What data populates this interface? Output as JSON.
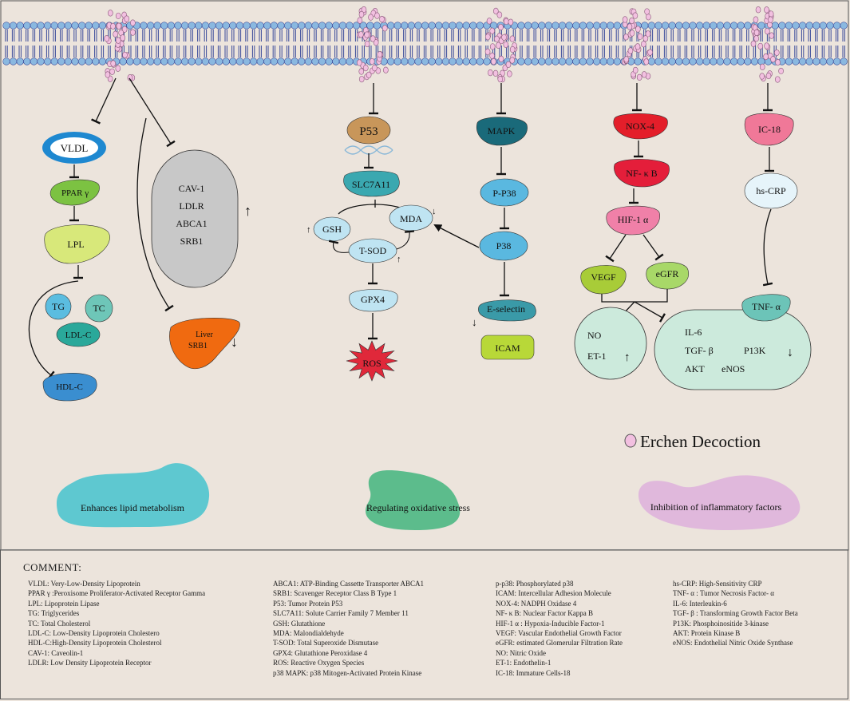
{
  "nodes": {
    "vldl": "VLDL",
    "ppar": "PPAR γ",
    "lpl": "LPL",
    "tg": "TG",
    "tc": "TC",
    "ldlc": "LDL-C",
    "hdlc": "HDL-C",
    "cav_box": [
      "CAV-1",
      "LDLR",
      "ABCA1",
      "SRB1"
    ],
    "liver": [
      "Liver",
      "SRB1"
    ],
    "p53": "P53",
    "slc7a11": "SLC7A11",
    "gsh": "GSH",
    "mda": "MDA",
    "tsod": "T-SOD",
    "gpx4": "GPX4",
    "ros": "ROS",
    "mapk": "MAPK",
    "pp38": "P-P38",
    "p38": "P38",
    "eselectin": "E-selectin",
    "icam": "ICAM",
    "nox4": "NOX-4",
    "nfkb": "NF- κ B",
    "hif1a": "HIF-1 α",
    "vegf": "VEGF",
    "egfr": "eGFR",
    "no_et": [
      "NO",
      "ET-1"
    ],
    "ic18": "IC-18",
    "hscrp": "hs-CRP",
    "tnfa": "TNF- α",
    "inflam": [
      "IL-6",
      "TGF- β",
      "P13K",
      "AKT",
      "eNOS"
    ]
  },
  "arrows": {
    "up": "↑",
    "down": "↓"
  },
  "legend": "Erchen Decoction",
  "categories": {
    "lipid": "Enhances lipid metabolism",
    "oxidative": "Regulating oxidative stress",
    "inflammation": "Inhibition of inflammatory factors"
  },
  "comment": {
    "title": "COMMENT:",
    "columns": [
      [
        "VLDL: Very-Low-Density Lipoprotein",
        "PPAR γ :Peroxisome Proliferator-Activated Receptor Gamma",
        "LPL: Lipoprotein Lipase",
        "TG: Triglycerides",
        "TC: Total Cholesterol",
        "LDL-C: Low-Density Lipoprotein Cholestero",
        "HDL-C:High-Density Lipoprotein Cholesterol",
        "CAV-1: Caveolin-1",
        "LDLR: Low Density Lipoprotein Receptor"
      ],
      [
        "ABCA1: ATP-Binding Cassette Transporter ABCA1",
        "SRB1: Scavenger Receptor Class B Type 1",
        "P53: Tumor Protein P53",
        "SLC7A11: Solute Carrier Family 7 Member 11",
        "GSH: Glutathione",
        "MDA: Malondialdehyde",
        "T-SOD: Total Superoxide Dismutase",
        "GPX4: Glutathione Peroxidase 4",
        "ROS: Reactive Oxygen Species",
        "p38 MAPK: p38 Mitogen-Activated Protein Kinase"
      ],
      [
        "p-p38: Phosphorylated p38",
        "ICAM: Intercellular Adhesion Molecule",
        "NOX-4: NADPH Oxidase 4",
        "NF- κ B: Nuclear Factor Kappa B",
        "HIF-1 α : Hypoxia-Inducible Factor-1",
        "VEGF: Vascular Endothelial Growth Factor",
        "eGFR: estimated Glomerular Filtration Rate",
        "NO: Nitric Oxide",
        "ET-1: Endothelin-1",
        "IC-18: Immature Cells-18"
      ],
      [
        "hs-CRP: High-Sensitivity CRP",
        "TNF- α : Tumor Necrosis Factor- α",
        "IL-6: Interleukin-6",
        "TGF- β : Transforming Growth Factor Beta",
        "P13K: Phosphoinositide 3-kinase",
        "AKT: Protein Kinase B",
        "eNOS: Endothelial Nitric Oxide Synthase"
      ]
    ]
  },
  "colors": {
    "background": "#ece4dc",
    "membrane": "#8ab8e0",
    "vldl": "#1e88d0",
    "ppar": "#7cc242",
    "lpl": "#d8e87a",
    "tg": "#5bbde0",
    "tc": "#6ec6b8",
    "ldlc": "#2aa89a",
    "hdlc": "#3a8ed0",
    "cav_box": "#c8c8c8",
    "liver": "#f06a10",
    "p53": "#c8965a",
    "slc7a11": "#3aa8b0",
    "light_blue": "#bfe4f2",
    "ros": "#e0283a",
    "mapk": "#1a6a7a",
    "p38": "#5ab8e0",
    "eselectin": "#3a9aa8",
    "icam": "#b8d838",
    "nox4": "#e41e2a",
    "nfkb": "#e41e3a",
    "hif1a": "#f080a8",
    "vegf": "#a8cc38",
    "egfr": "#a8d868",
    "mint": "#cceadc",
    "ic18": "#f07898",
    "hscrp": "#e6f4fa",
    "tnfa": "#6cc4b8",
    "cat_lipid": "#5ec8d0",
    "cat_oxidative": "#5cbc8c",
    "cat_inflammation": "#e0b8dc",
    "erchen": "#f2c0e0"
  }
}
